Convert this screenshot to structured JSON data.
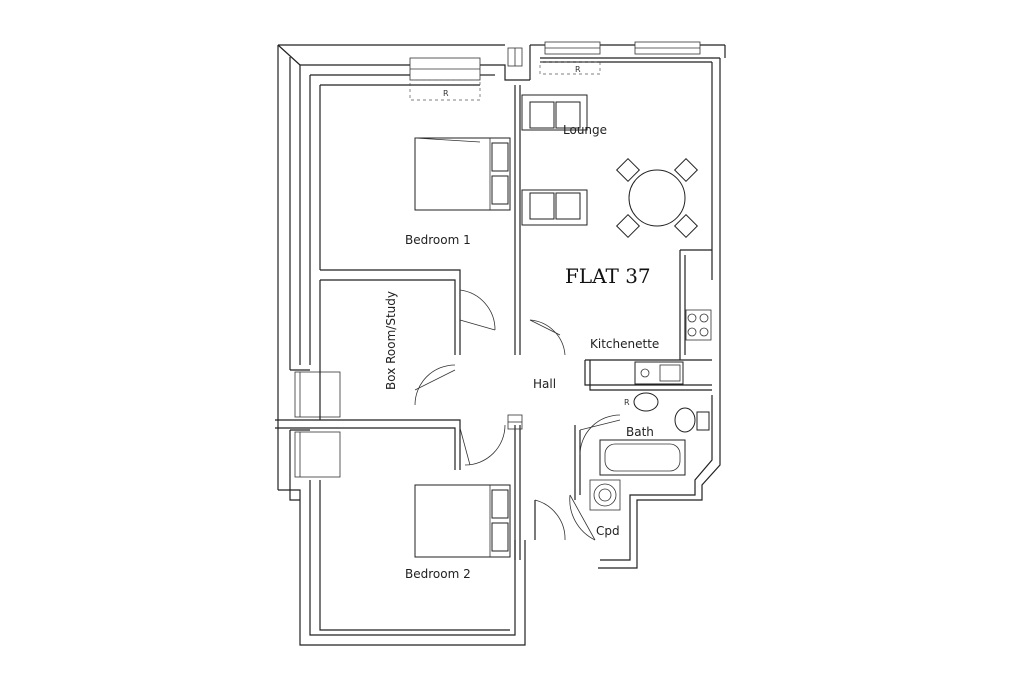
{
  "plan": {
    "title": "FLAT 37",
    "rooms": {
      "lounge": "Lounge",
      "bedroom1": "Bedroom 1",
      "bedroom2": "Bedroom 2",
      "box_room": "Box Room/Study",
      "hall": "Hall",
      "kitchenette": "Kitchenette",
      "bath": "Bath",
      "cupboard": "Cpd"
    },
    "radiator_mark": "R"
  }
}
